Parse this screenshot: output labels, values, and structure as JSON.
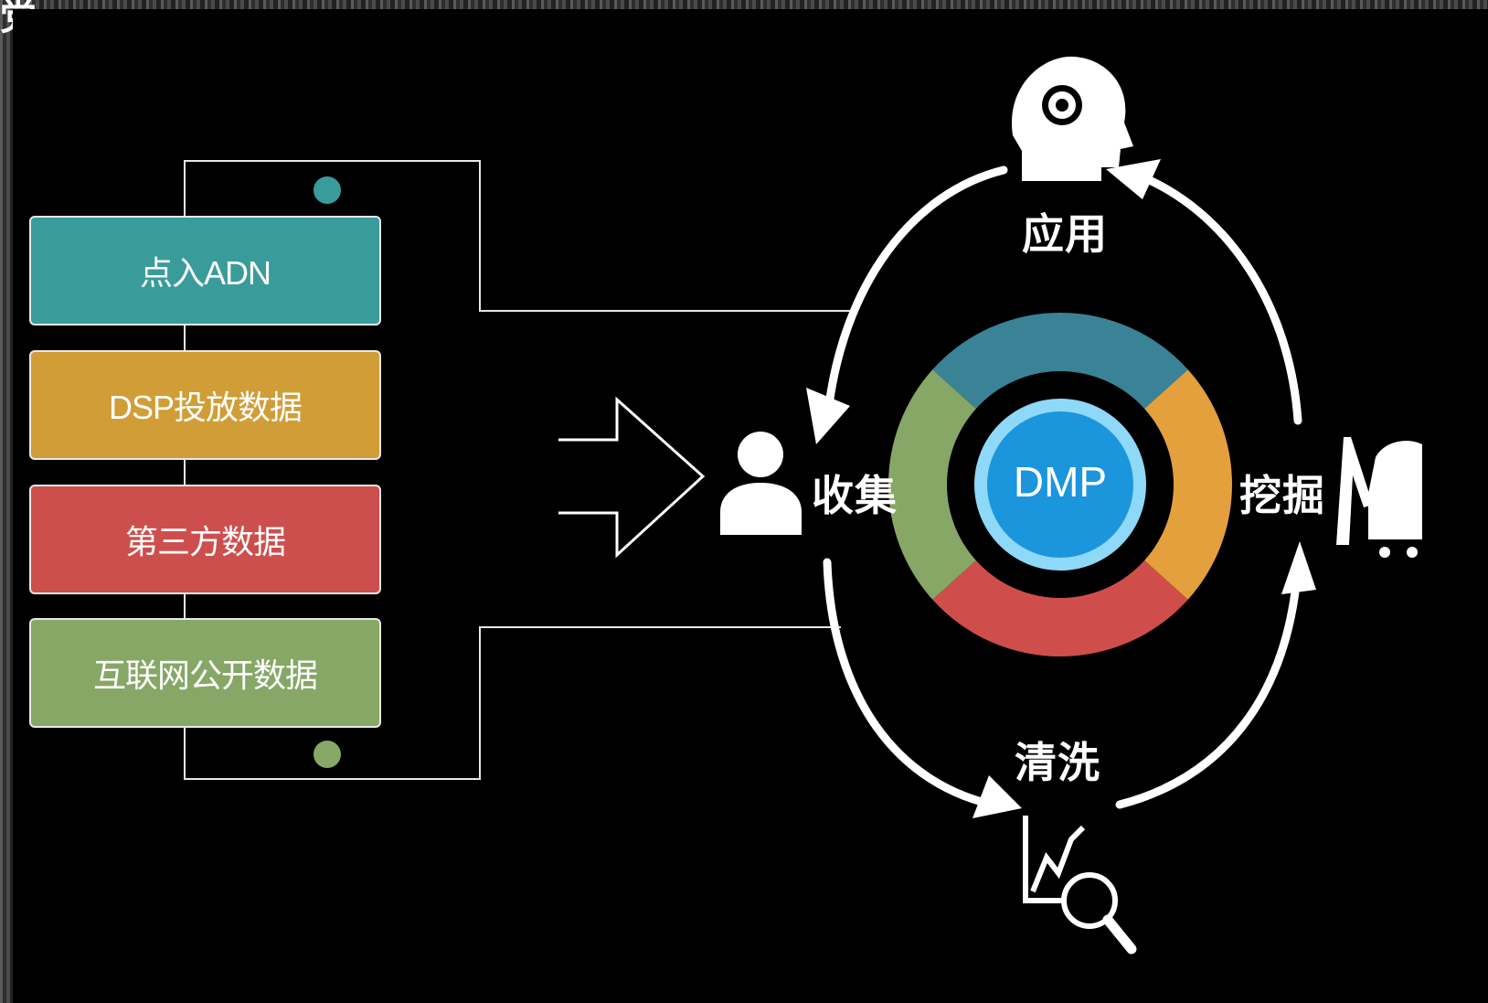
{
  "sources": [
    {
      "label": "点入ADN",
      "color": "#3a9b9b"
    },
    {
      "label": "DSP投放数据",
      "color": "#d19d37"
    },
    {
      "label": "第三方数据",
      "color": "#cd4f4d"
    },
    {
      "label": "互联网公开数据",
      "color": "#86a766"
    }
  ],
  "cycle": {
    "center": "DMP",
    "stages": {
      "apply": "应用",
      "collect": "收集",
      "mine": "挖掘",
      "clean": "清洗"
    },
    "segment_colors": {
      "top": "#3a8296",
      "right": "#e4a03c",
      "bottom": "#cf4e4c",
      "left": "#86a766"
    },
    "core_color": "#1b96dc",
    "core_ring_color": "#8ed8f8"
  },
  "icons": {
    "apply": "head-gear-icon",
    "collect": "person-icon",
    "mine": "excavator-icon",
    "clean": "chart-magnifier-icon"
  },
  "corner_glyph": "党"
}
